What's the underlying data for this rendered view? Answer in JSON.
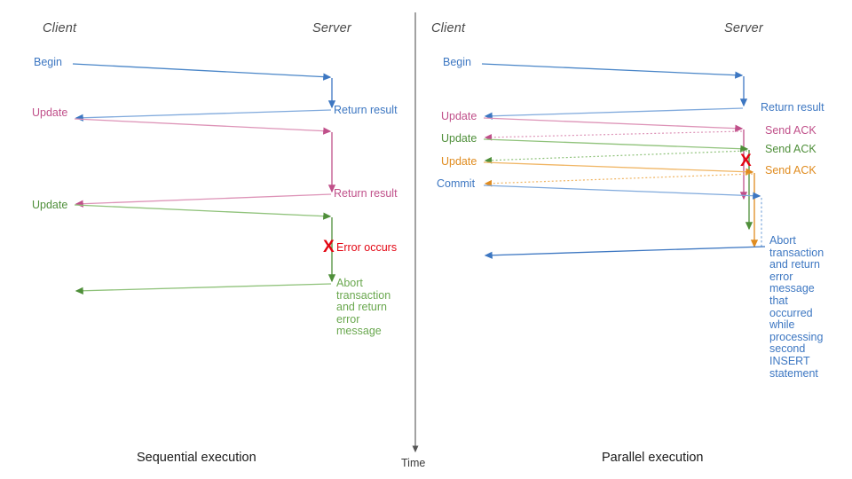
{
  "palette": {
    "blue": "#3d77c2",
    "blue_light": "#7fa9dc",
    "pink": "#c0508a",
    "pink_light": "#dd93b7",
    "green": "#4f8f3a",
    "green_light": "#8fc27a",
    "orange": "#e08c20",
    "orange_light": "#f0b563",
    "red": "#e30613",
    "dark": "#4a4a4a",
    "axis": "#555555"
  },
  "panels": {
    "left": {
      "client_label": "Client",
      "server_label": "Server",
      "caption": "Sequential execution",
      "messages": {
        "begin": "Begin",
        "update_pink": "Update",
        "update_green": "Update",
        "return_result_blue": "Return result",
        "return_result_pink": "Return result",
        "error_occurs": "Error occurs",
        "error_marker": "X",
        "abort_block": "Abort transaction and return error message"
      }
    },
    "right": {
      "client_label": "Client",
      "server_label": "Server",
      "caption": "Parallel execution",
      "messages": {
        "begin": "Begin",
        "update_pink": "Update",
        "update_green": "Update",
        "update_orange": "Update",
        "commit": "Commit",
        "return_result_blue": "Return result",
        "send_ack_pink": "Send ACK",
        "send_ack_green": "Send ACK",
        "send_ack_orange": "Send ACK",
        "error_marker": "X",
        "abort_block": "Abort transaction and return error message that occurred while processing second INSERT statement"
      }
    }
  },
  "time_axis": {
    "label": "Time"
  }
}
